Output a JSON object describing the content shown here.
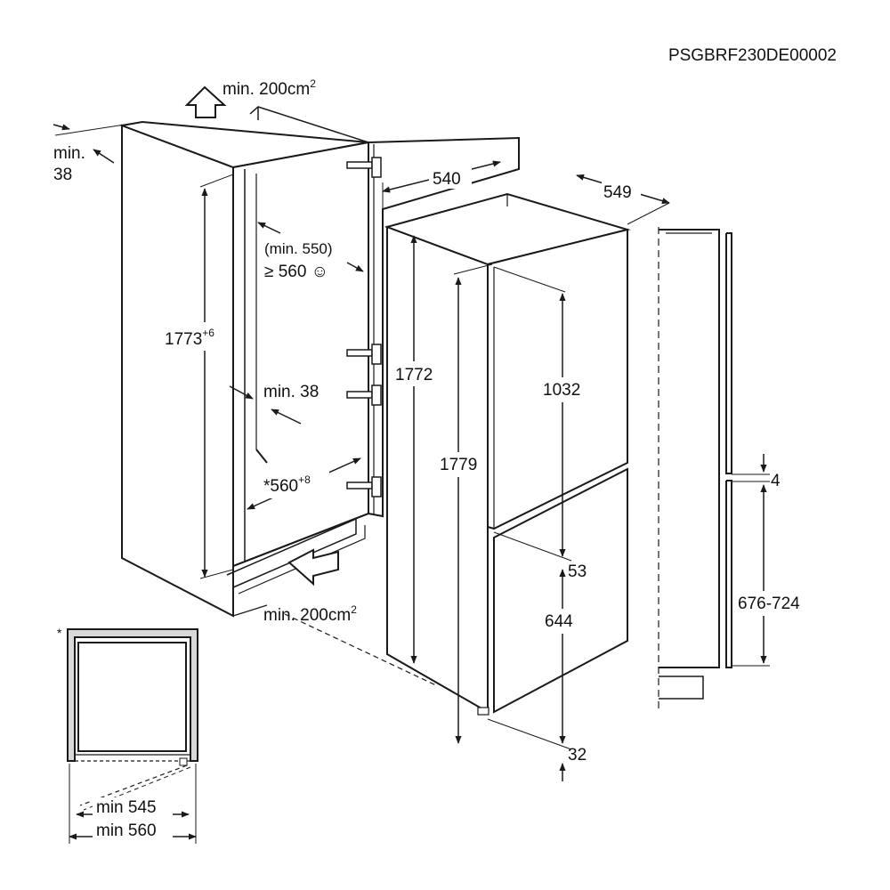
{
  "code": "PSGBRF230DE00002",
  "vent_top": {
    "text": "min. 200cm",
    "sup": "2"
  },
  "vent_bottom": {
    "text": "min. 200cm",
    "sup": "2"
  },
  "side_gap": {
    "line1": "min.",
    "line2": "38"
  },
  "cabinet_height": {
    "value": "1773",
    "sup": "+6"
  },
  "inner_depth_min": "(min. 550)",
  "inner_depth_rec": "≥ 560 ☺",
  "back_gap": "min. 38",
  "cabinet_width": {
    "value": "*560",
    "sup": "+8"
  },
  "appliance_width": "540",
  "appliance_depth": "549",
  "appliance_height": "1772",
  "door_total_height": "1779",
  "upper_door": "1032",
  "door_gap": "53",
  "lower_door": "644",
  "foot_gap": "32",
  "panel_gap": "4",
  "lower_panel_range": "676-724",
  "footnote_marker": "*",
  "niche_width_a": "min 545",
  "niche_width_b": "min 560"
}
